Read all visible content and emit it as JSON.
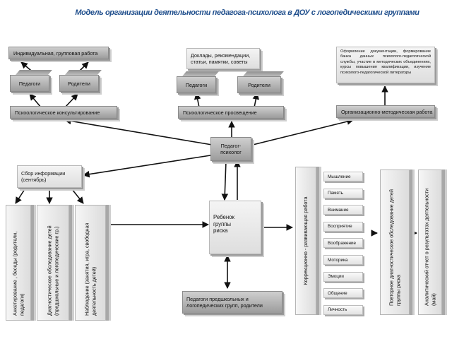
{
  "title": "Модель организации деятельности педагога-психолога в ДОУ с логопедическими группами",
  "left_group": {
    "top": "Индивидуальная, групповая работа",
    "teachers": "Педагоги",
    "parents": "Родители",
    "bottom": "Психологическое консультирование"
  },
  "mid_group": {
    "top": "Доклады, рекомендации, статьи, памятки, советы",
    "teachers": "Педагоги",
    "parents": "Родители",
    "bottom": "Психологическое просвещение"
  },
  "right_group": {
    "top": "Оформление документации, формирование банка данных психолого-педагогической службы, участие в методических объединениях, курсы повышения квалификации, изучение психолого-педагогической литературы",
    "bottom": "Организационно-методическая работа"
  },
  "center": {
    "psychologist": "Педагог-психолог",
    "child": "Ребенок группы риска",
    "teachers_parents": "Педагоги предшкольных и логопедических групп, родители"
  },
  "info": {
    "label": "Сбор информации (сентябрь)",
    "col1": "Анкетирование , беседы (родители, педагоги)",
    "col2": "Диагностическое обследование детей (предшкольные и логопедические гр.)",
    "col3": "Наблюдение (занятия, игра, свободная деятельность детей)"
  },
  "correction": {
    "label": "Коррекционно - развивающая работа",
    "items": [
      "Мышление",
      "Память",
      "Внимание",
      "Восприятие",
      "Воображение",
      "Моторика",
      "Эмоции",
      "Общение",
      "Личность"
    ]
  },
  "repeat_diag": "Повторное диагностическое обследование детей группы риска",
  "report": "Аналитический отчет о результатах деятельности (май)"
}
